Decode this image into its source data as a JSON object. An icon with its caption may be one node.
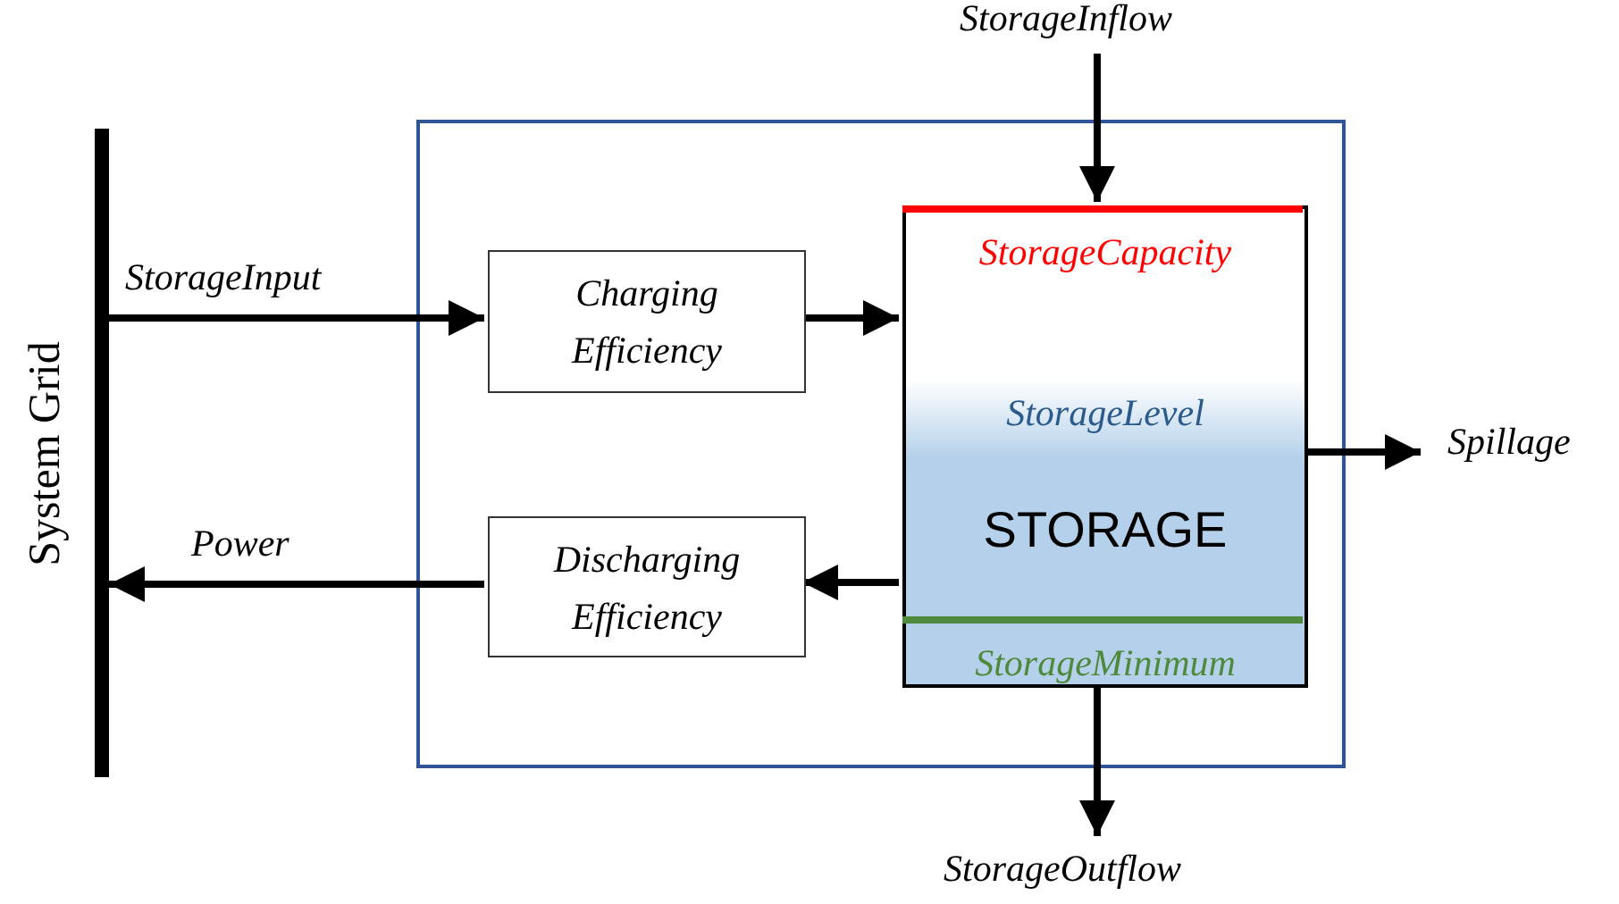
{
  "diagram": {
    "nodes": [
      {
        "text": [],
        "shape": "bar",
        "beside": [
          "System Grid"
        ]
      },
      {
        "text": [],
        "shape": "box"
      },
      {
        "text": [
          "Charging Efficiency"
        ],
        "in": 1
      },
      {
        "text": [
          "Discharging Efficiency"
        ],
        "in": 1
      },
      {
        "text": [
          "StorageCapacity",
          "StorageLevel",
          "STORAGE",
          "StorageMinimum"
        ],
        "in": 1
      }
    ],
    "edges": [
      {
        "from": 0,
        "to": 2,
        "arrow": "to",
        "label": "StorageInput"
      },
      {
        "from": 2,
        "to": 4,
        "arrow": "to"
      },
      {
        "from": 4,
        "to": 3,
        "arrow": "to"
      },
      {
        "from": 3,
        "to": 0,
        "arrow": "to",
        "label": "Power"
      },
      {
        "from": null,
        "to": 4,
        "arrow": "to",
        "label": "StorageInflow"
      },
      {
        "from": 4,
        "to": null,
        "arrow": "to",
        "label": "Spillage"
      },
      {
        "from": 4,
        "to": null,
        "arrow": "to",
        "label": "StorageOutflow"
      }
    ]
  }
}
